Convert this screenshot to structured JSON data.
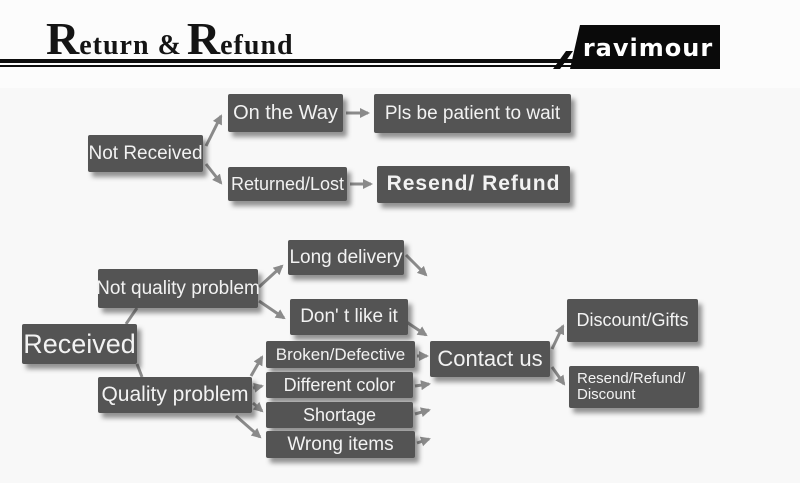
{
  "header": {
    "title_cap1": "R",
    "title_rest1": "eturn",
    "title_amp": "&",
    "title_cap2": "R",
    "title_rest2": "efund",
    "brand": "ravimour"
  },
  "colors": {
    "node_bg": "#545454",
    "node_text": "#f2f2f2",
    "arrow": "#8a8a8a",
    "logo_bg": "#0a0a0a",
    "header_rule": "#0d0d0d",
    "background": "#f8f8f8"
  },
  "flowchart": {
    "nodes": [
      {
        "id": "not-received",
        "label": "Not Received"
      },
      {
        "id": "on-the-way",
        "label": "On the Way"
      },
      {
        "id": "pls-be-patient",
        "label": "Pls be patient to wait"
      },
      {
        "id": "returned-lost",
        "label": "Returned/Lost"
      },
      {
        "id": "resend-refund",
        "label": "Resend/ Refund"
      },
      {
        "id": "received",
        "label": "Received"
      },
      {
        "id": "not-quality-problem",
        "label": "Not quality problem"
      },
      {
        "id": "quality-problem",
        "label": "Quality problem"
      },
      {
        "id": "long-delivery",
        "label": "Long delivery"
      },
      {
        "id": "dont-like-it",
        "label": "Don' t like it"
      },
      {
        "id": "broken-defective",
        "label": "Broken/Defective"
      },
      {
        "id": "different-color",
        "label": "Different color"
      },
      {
        "id": "shortage",
        "label": "Shortage"
      },
      {
        "id": "wrong-items",
        "label": "Wrong items"
      },
      {
        "id": "contact-us",
        "label": "Contact us"
      },
      {
        "id": "discount-gifts",
        "label": "Discount/Gifts"
      },
      {
        "id": "resend-refund-discount",
        "label": "Resend/Refund/",
        "label2": "Discount"
      }
    ],
    "edges": [
      {
        "from": "not-received",
        "to": "on-the-way"
      },
      {
        "from": "not-received",
        "to": "returned-lost"
      },
      {
        "from": "on-the-way",
        "to": "pls-be-patient"
      },
      {
        "from": "returned-lost",
        "to": "resend-refund"
      },
      {
        "from": "received",
        "to": "not-quality-problem"
      },
      {
        "from": "received",
        "to": "quality-problem"
      },
      {
        "from": "not-quality-problem",
        "to": "long-delivery"
      },
      {
        "from": "not-quality-problem",
        "to": "dont-like-it"
      },
      {
        "from": "long-delivery",
        "to": "contact-us"
      },
      {
        "from": "dont-like-it",
        "to": "contact-us"
      },
      {
        "from": "quality-problem",
        "to": "broken-defective"
      },
      {
        "from": "quality-problem",
        "to": "different-color"
      },
      {
        "from": "quality-problem",
        "to": "shortage"
      },
      {
        "from": "quality-problem",
        "to": "wrong-items"
      },
      {
        "from": "broken-defective",
        "to": "contact-us"
      },
      {
        "from": "different-color",
        "to": "contact-us"
      },
      {
        "from": "shortage",
        "to": "contact-us"
      },
      {
        "from": "wrong-items",
        "to": "contact-us"
      },
      {
        "from": "contact-us",
        "to": "discount-gifts"
      },
      {
        "from": "contact-us",
        "to": "resend-refund-discount"
      }
    ]
  }
}
